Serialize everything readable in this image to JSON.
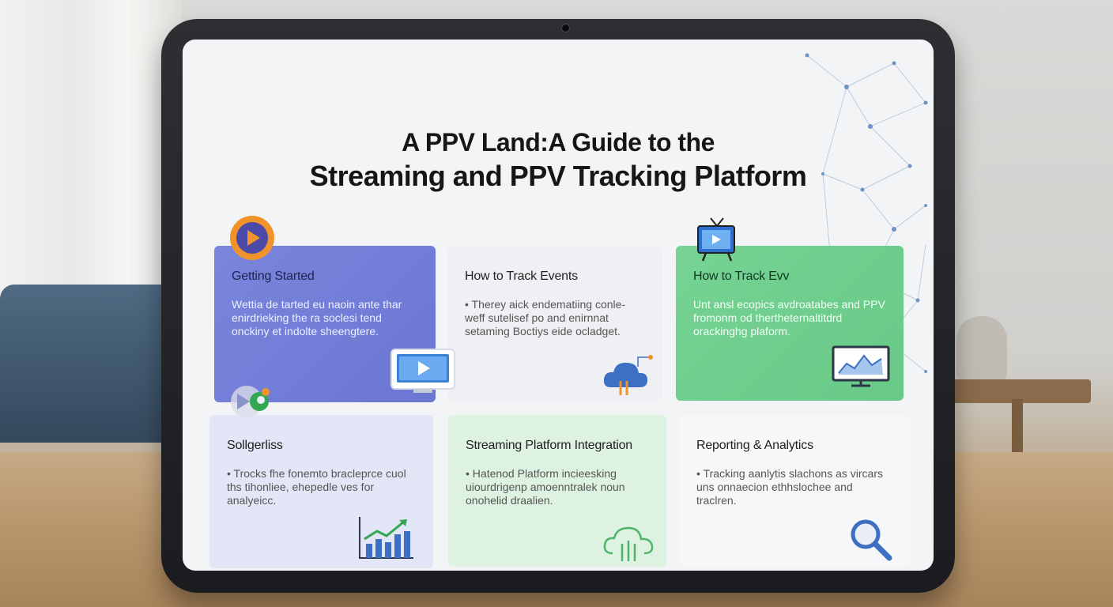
{
  "title": {
    "line1": "A PPV Land:A Guide to the",
    "line2": "Streaming and PPV Tracking Platform"
  },
  "cards": [
    {
      "heading": "Getting Started",
      "body": "Wettia de tarted eu naoin ante thar enirdrieking the ra soclesi tend onckiny et indolte sheengtere.",
      "icon": "play-button-icon",
      "color": "#7a86dc"
    },
    {
      "heading": "How to Track Events",
      "body": "• Therey aick endematiing conle- weff sutelisef po and enirnnat setaming Boctiys eide ocladget.",
      "icon": "cloud-signal-icon",
      "color": "#eff0f3"
    },
    {
      "heading": "How to Track Evv",
      "body": "Unt ansl ecopics avdroatabes and PPV fromonm od thertheternaltitdrd orackinghg plaform.",
      "icon": "tv-antenna-icon",
      "color": "#76d393"
    },
    {
      "heading": "Sollgerliss",
      "body": "• Trocks fhe fonemto bracleprce cuol ths tihonliee, ehepedle ves for analyeicc.",
      "icon": "bar-chart-icon",
      "color": "#e2e6f6"
    },
    {
      "heading": "Streaming Platform Integration",
      "body": "• Hatenod Platform incieesking uiourdrigenp amoenntralek noun onohelid draalien.",
      "icon": "cloud-icon",
      "color": "#def2e1"
    },
    {
      "heading": "Reporting & Analytics",
      "body": "• Tracking aanlytis slachons as vircars uns onnaecion ethhslochee and traclren.",
      "icon": "magnifier-icon",
      "color": "#f6f7f9"
    }
  ]
}
